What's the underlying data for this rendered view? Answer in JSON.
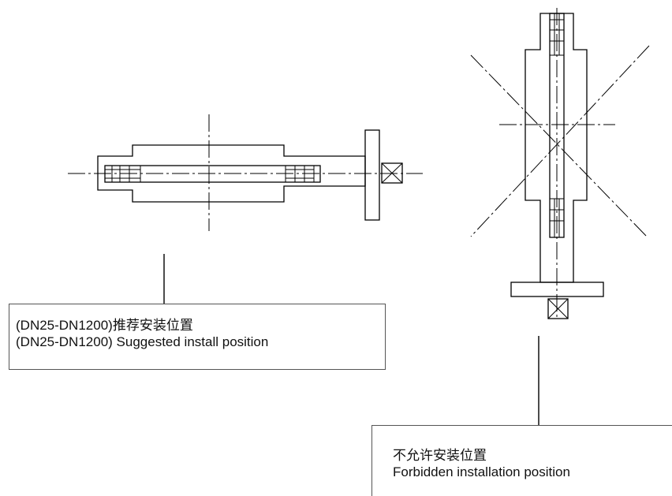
{
  "diagram": {
    "suggested": {
      "line_cn": "(DN25-DN1200)推荐安装位置",
      "line_en": "(DN25-DN1200) Suggested install position"
    },
    "forbidden": {
      "line_cn": "不允许安装位置",
      "line_en": "Forbidden installation position"
    }
  }
}
